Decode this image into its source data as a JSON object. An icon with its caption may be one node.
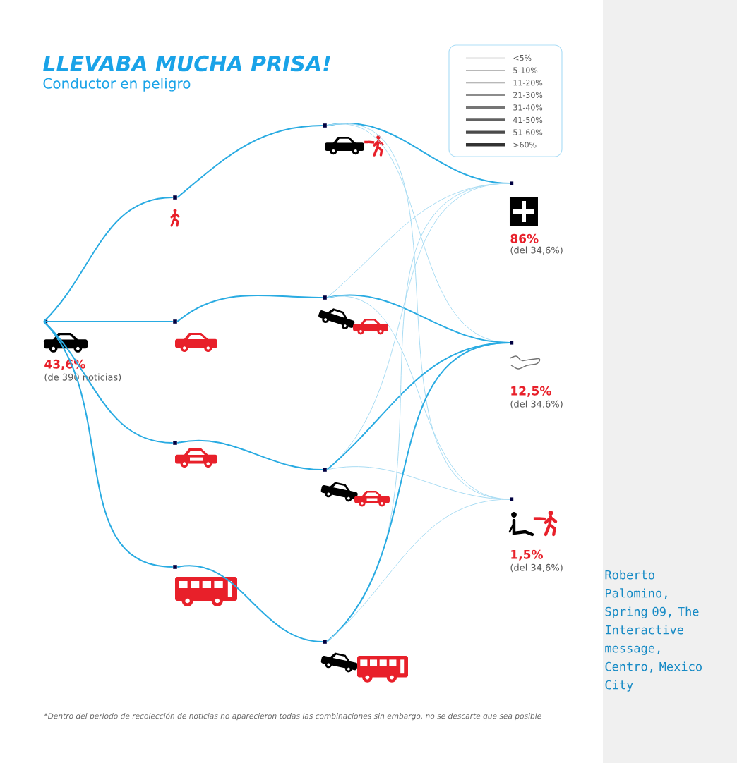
{
  "diagram": {
    "title": "LLEVABA MUCHA PRISA!",
    "nodes": [
      {
        "text": [
          "43,6%"
        ]
      },
      {
        "text": [],
        "shape": "box"
      },
      {
        "text": [],
        "shape": "box"
      },
      {
        "text": [],
        "shape": "box"
      },
      {
        "text": [],
        "shape": "box"
      },
      {
        "text": [],
        "shape": "box"
      },
      {
        "text": [],
        "shape": "box"
      },
      {
        "text": [],
        "shape": "box"
      },
      {
        "text": [],
        "shape": "box"
      },
      {
        "text": [
          "86%"
        ]
      },
      {
        "text": [
          "12,5%"
        ]
      },
      {
        "text": [
          "1,5%"
        ]
      }
    ],
    "edges": [
      {
        "from": 0,
        "to": 1,
        "arrow": "none",
        "color": "#29abe2"
      },
      {
        "from": 0,
        "to": 2,
        "arrow": "none",
        "color": "#29abe2"
      },
      {
        "from": 0,
        "to": 3,
        "arrow": "none",
        "color": "#29abe2"
      },
      {
        "from": 0,
        "to": 4,
        "arrow": "none",
        "color": "#29abe2"
      },
      {
        "from": 1,
        "to": 5,
        "arrow": "none",
        "color": "#29abe2"
      },
      {
        "from": 2,
        "to": 6,
        "arrow": "none",
        "color": "#29abe2"
      },
      {
        "from": 3,
        "to": 7,
        "arrow": "none",
        "color": "#29abe2"
      },
      {
        "from": 4,
        "to": 8,
        "arrow": "none",
        "color": "#29abe2"
      },
      {
        "from": 5,
        "to": 9,
        "arrow": "none",
        "color": "#29abe2"
      },
      {
        "from": 5,
        "to": 10,
        "arrow": "none",
        "color": "#a9dcf3"
      },
      {
        "from": 5,
        "to": 11,
        "arrow": "none",
        "color": "#a9dcf3"
      },
      {
        "from": 6,
        "to": 9,
        "arrow": "none",
        "color": "#a9dcf3"
      },
      {
        "from": 6,
        "to": 10,
        "arrow": "none",
        "color": "#29abe2"
      },
      {
        "from": 6,
        "to": 11,
        "arrow": "none",
        "color": "#a9dcf3"
      },
      {
        "from": 7,
        "to": 9,
        "arrow": "none",
        "color": "#a9dcf3"
      },
      {
        "from": 7,
        "to": 10,
        "arrow": "none",
        "color": "#29abe2"
      },
      {
        "from": 7,
        "to": 11,
        "arrow": "none",
        "color": "#a9dcf3"
      },
      {
        "from": 8,
        "to": 9,
        "arrow": "none",
        "color": "#a9dcf3"
      },
      {
        "from": 8,
        "to": 10,
        "arrow": "none",
        "color": "#29abe2"
      },
      {
        "from": 8,
        "to": 11,
        "arrow": "none",
        "color": "#a9dcf3"
      }
    ],
    "labels": [
      "Conductor en peligro",
      "(del 34,6%)",
      "(de 390 noticias)",
      "(del 34,6%)",
      "(del 34,6%)",
      "Roberto Palomino, Spring 09, The Interactive message, Centro, Mexico City",
      "*Dentro del periodo de recolección de noticias no aparecieron todas las combinaciones sin embargo, no se descarte que sea posible"
    ],
    "legend": [
      {
        "text": "<5%"
      },
      {
        "text": "5-10%"
      },
      {
        "text": "11-20%"
      },
      {
        "text": "21-30%"
      },
      {
        "text": "31-40%"
      },
      {
        "text": "41-50%"
      },
      {
        "text": "51-60%"
      },
      {
        "text": ">60%"
      }
    ]
  }
}
